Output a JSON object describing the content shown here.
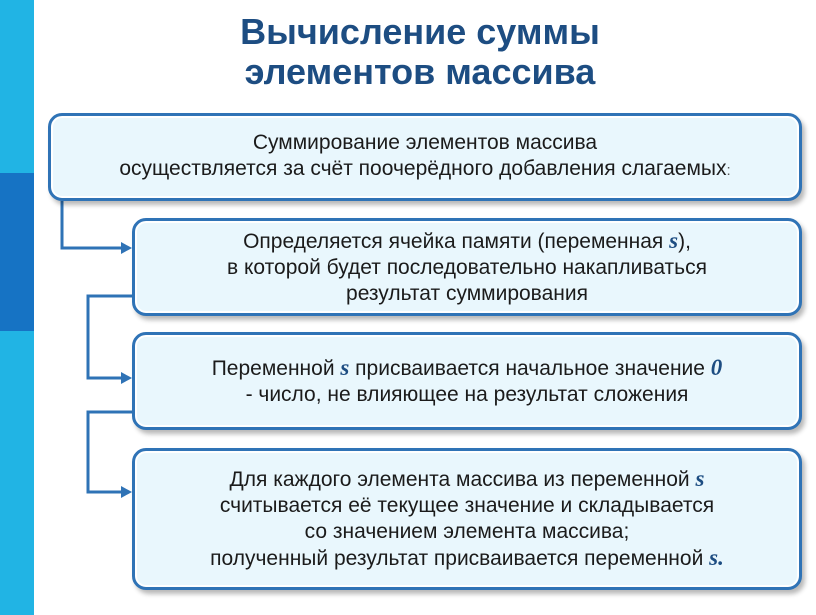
{
  "title": {
    "line1": "Вычисление суммы",
    "line2": "элементов массива"
  },
  "box1": {
    "line1": "Суммирование элементов массива",
    "line2_text": "осуществляется за счёт поочерёдного добавления слагаемых",
    "line2_colon": ":"
  },
  "box2": {
    "line1_pre": "Определяется ячейка памяти (переменная ",
    "line1_var": "s",
    "line1_post": "),",
    "line2": "в которой будет последовательно накапливаться",
    "line3": "результат суммирования"
  },
  "box3": {
    "line1_pre": "Переменной ",
    "line1_var": "s",
    "line1_mid": " присваивается начальное значение ",
    "line1_val": "0",
    "line2": "- число, не влияющее на результат сложения"
  },
  "box4": {
    "line1_pre": "Для каждого элемента массива из переменной ",
    "line1_var": "s",
    "line2": "считывается её текущее значение и складывается",
    "line3": "со значением элемента массива;",
    "line4_pre": "полученный результат присваивается переменной ",
    "line4_var": "s."
  },
  "colors": {
    "title": "#1d4d82",
    "border": "#2f73b6",
    "box_fill": "#e9f7fd",
    "strip_light": "#21b4e4",
    "strip_dark": "#1673c4"
  }
}
